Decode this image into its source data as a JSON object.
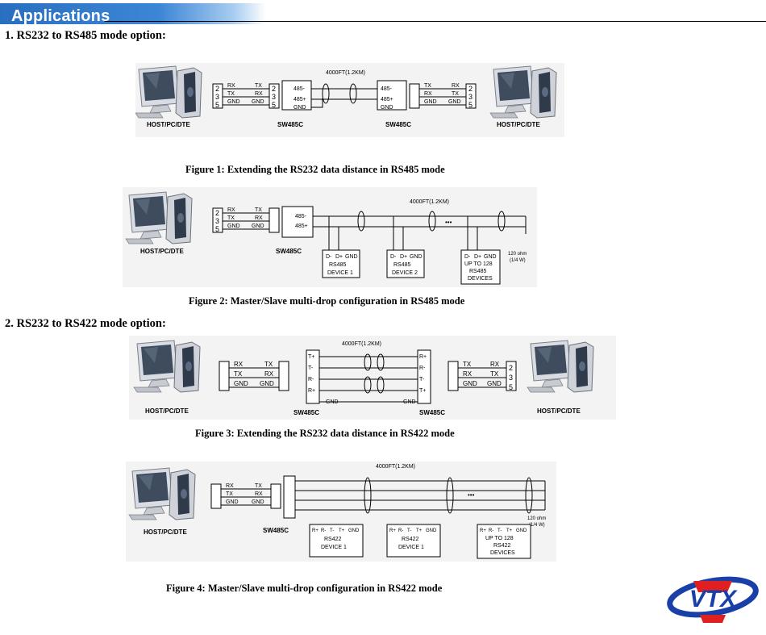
{
  "header": {
    "title": "Applications"
  },
  "sections": [
    {
      "heading": "1. RS232 to RS485 mode option:"
    },
    {
      "heading": "2. RS232 to RS422 mode option:"
    }
  ],
  "labels": {
    "host": "HOST/PC/DTE",
    "converter": "SW485C",
    "distance": "4000FT(1.2KM)",
    "rx": "RX",
    "tx": "TX",
    "gnd": "GND",
    "pin2": "2",
    "pin3": "3",
    "pin5": "5",
    "port485": "485-",
    "port485p": "485+",
    "dd": "D-",
    "dp": "D+",
    "tp": "T+",
    "tm": "T-",
    "rp": "R+",
    "rm": "R-",
    "rs485": "RS485",
    "rs422": "RS422",
    "device1": "DEVICE 1",
    "device2": "DEVICE 2",
    "upto128": "UP TO 128",
    "devices": "DEVICES",
    "ohm": "120 ohm",
    "watt": "(1/4 W)",
    "dots": "•••"
  },
  "figures": [
    {
      "caption": "Figure 1: Extending the RS232 data distance in RS485 mode"
    },
    {
      "caption": "Figure 2: Master/Slave multi-drop configuration in RS485 mode"
    },
    {
      "caption": "Figure 3: Extending the RS232 data distance in RS422 mode"
    },
    {
      "caption": "Figure 4: Master/Slave multi-drop configuration in RS422 mode"
    }
  ],
  "logo": {
    "text": "VTX",
    "color_primary": "#1a3fa8",
    "color_accent": "#e02020"
  }
}
